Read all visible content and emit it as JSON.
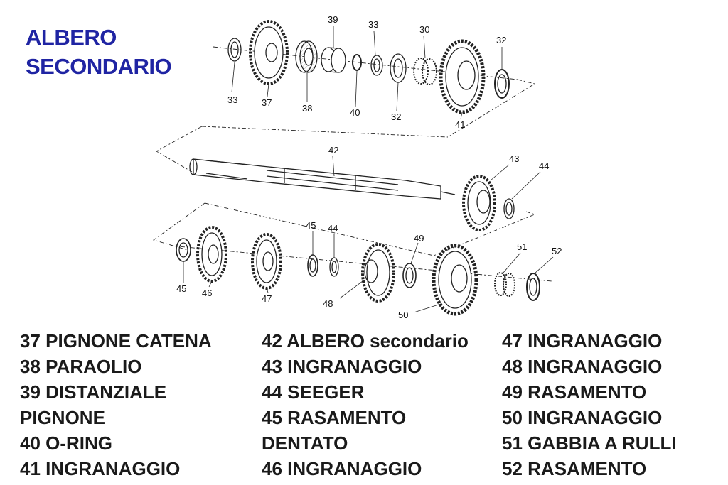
{
  "title": {
    "line1": "ALBERO",
    "line2": "SECONDARIO"
  },
  "colors": {
    "title": "#1f24a3",
    "text": "#1a1a1a",
    "line": "#222222"
  },
  "callouts": {
    "c37a": "37",
    "c38": "38",
    "c39": "39",
    "c40": "40",
    "c33a": "33",
    "c33b": "33",
    "c30": "30",
    "c32a": "32",
    "c32b": "32",
    "c41": "41",
    "c42": "42",
    "c43": "43",
    "c44a": "44",
    "c45a": "45",
    "c46": "46",
    "c37b": "47",
    "c45b": "45",
    "c44b": "44",
    "c48": "48",
    "c49": "49",
    "c50": "50",
    "c51": "51",
    "c52": "52"
  },
  "legend": {
    "col1": [
      "37 PIGNONE CATENA",
      "38 PARAOLIO",
      "39 DISTANZIALE",
      "PIGNONE",
      "40 O-RING",
      "41 INGRANAGGIO"
    ],
    "col2": [
      "42 ALBERO secondario",
      "43 INGRANAGGIO",
      "44 SEEGER",
      "45 RASAMENTO",
      "DENTATO",
      "46 INGRANAGGIO"
    ],
    "col3": [
      "47 INGRANAGGIO",
      "48 INGRANAGGIO",
      "49 RASAMENTO",
      "50 INGRANAGGIO",
      "51 GABBIA A RULLI",
      "52 RASAMENTO"
    ]
  }
}
